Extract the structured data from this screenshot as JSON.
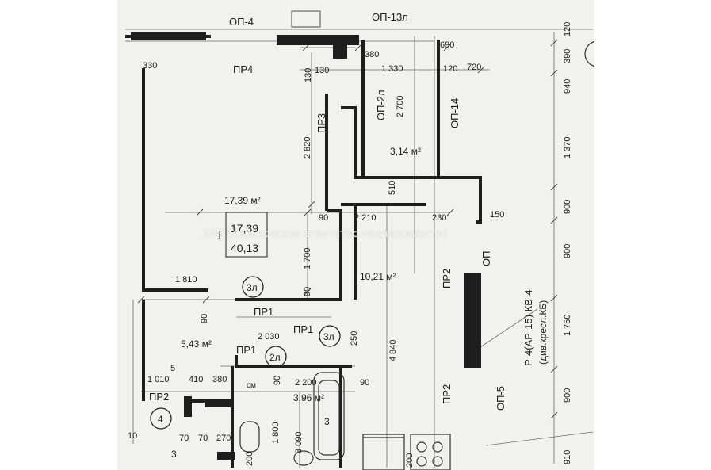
{
  "watermark": "ХАН (Харьковское агентство недвижимости)",
  "labels": {
    "op4": "ОП-4",
    "op13l": "ОП-13л",
    "pr4": "ПР4",
    "pr3": "ПР3",
    "op2l": "ОП-2л",
    "op14": "ОП-14",
    "op5": "ОП-5",
    "op_right": "ОП-",
    "pr2_right_top": "ПР2",
    "pr2_right_bottom": "ПР2",
    "pr1_left": "ПР1",
    "pr1_mid": "ПР1",
    "pr1_small": "ПР1",
    "pr2_left": "ПР2",
    "sm": "см",
    "one": "1",
    "cw_1": "Р-4(АР-15) КВ-4",
    "cw_2": "(див.кресл.КБ)"
  },
  "areas": {
    "room_big": "17,39 м²",
    "box_top": "17,39",
    "box_bottom": "40,13",
    "closet": "3,14 м²",
    "hall": "10,21 м²",
    "corridor": "5,43 м²",
    "bath": "3,96 м²"
  },
  "circles": {
    "c3l_a": "3л",
    "c3l_b": "3л",
    "c2l": "2л",
    "c4": "4"
  },
  "dims": {
    "d330": "330",
    "d380": "380",
    "d690": "690",
    "d390": "390",
    "d120a": "120",
    "d130a": "130",
    "d130b": "130",
    "d1330": "1 330",
    "d120b": "120",
    "d720": "720",
    "d940": "940",
    "d2700": "2 700",
    "d2820": "2 820",
    "d1370": "1 370",
    "d510": "510",
    "d90a": "90",
    "d2210": "2 210",
    "d230": "230",
    "d150": "150",
    "d900a": "900",
    "d1700": "1 700",
    "d900b": "900",
    "d1810": "1 810",
    "d90b": "90",
    "d90c": "90",
    "d1750": "1 750",
    "d2030": "2 030",
    "d250": "250",
    "d4840": "4 840",
    "d1010": "1 010",
    "d5": "5",
    "d410": "410",
    "d380b": "380",
    "d2200": "2 200",
    "d90d": "90",
    "d90e": "90",
    "d900c": "900",
    "d1800": "1 800",
    "d3090": "3 090",
    "d3a": "3",
    "d200a": "200",
    "d200b": "200",
    "d10": "10",
    "d70a": "70",
    "d70b": "70",
    "d270": "270",
    "d3b": "3",
    "d910": "910"
  }
}
